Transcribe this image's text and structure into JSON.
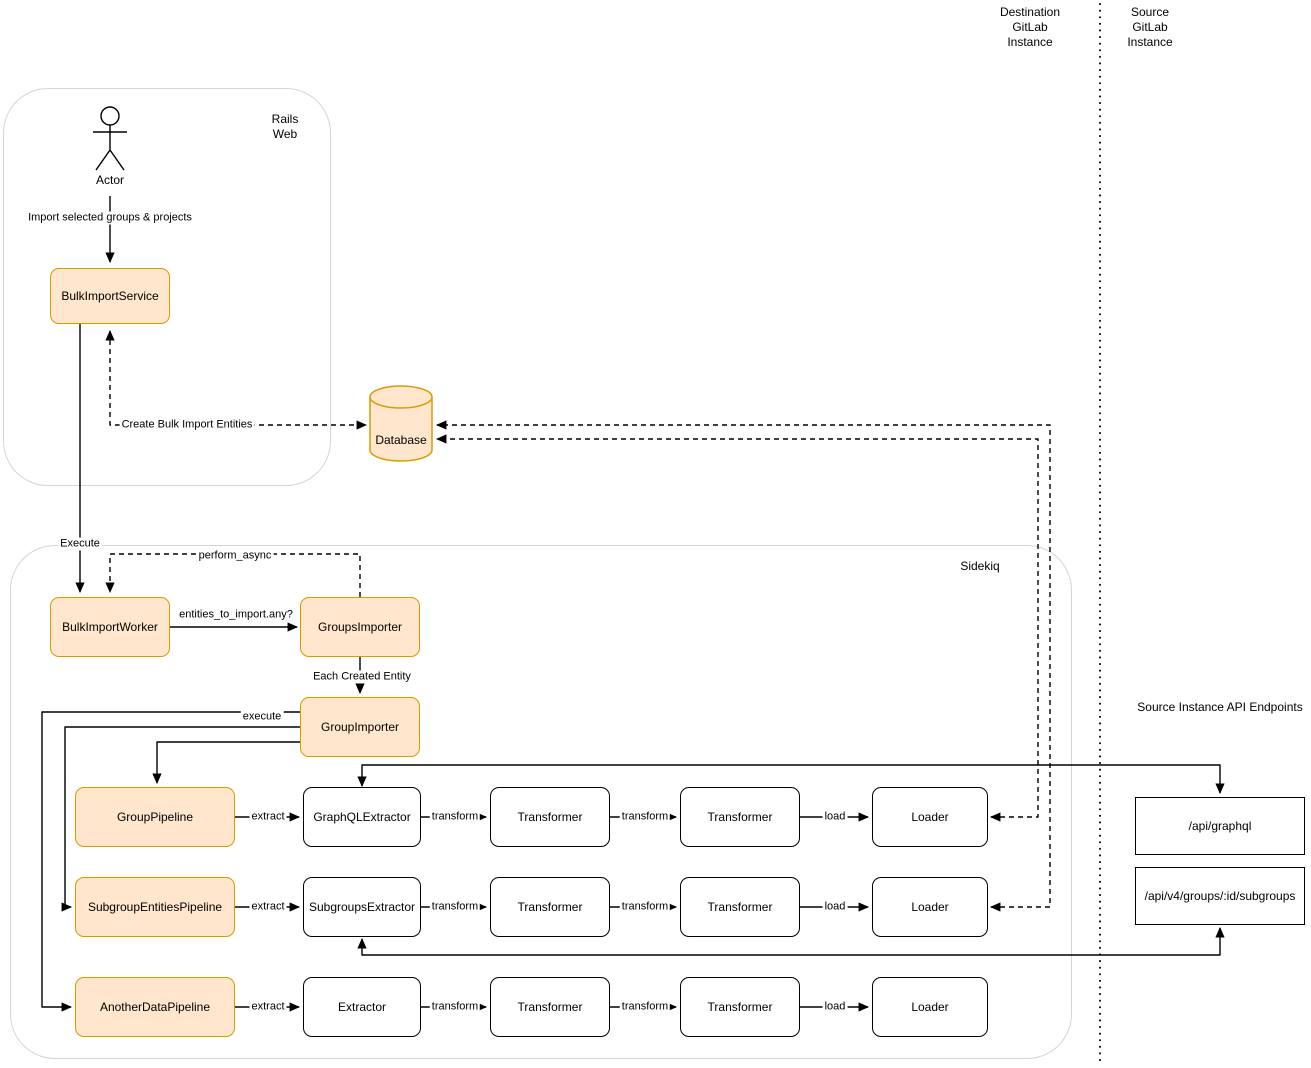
{
  "diagram": {
    "headers": {
      "destination_instance": "Destination\nGitLab\nInstance",
      "source_instance": "Source\nGitLab\nInstance",
      "api_endpoints_title": "Source Instance API Endpoints"
    },
    "containers": {
      "rails_web": "Rails\nWeb",
      "sidekiq": "Sidekiq"
    },
    "nodes": {
      "actor": "Actor",
      "bulk_import_service": "BulkImportService",
      "database": "Database",
      "bulk_import_worker": "BulkImportWorker",
      "groups_importer": "GroupsImporter",
      "group_importer": "GroupImporter",
      "api_graphql": "/api/graphql",
      "api_subgroups": "/api/v4/groups/:id/subgroups"
    },
    "pipelines": [
      {
        "pipeline": "GroupPipeline",
        "extractor": "GraphQLExtractor",
        "transformer_1": "Transformer",
        "transformer_2": "Transformer",
        "loader": "Loader"
      },
      {
        "pipeline": "SubgroupEntitiesPipeline",
        "extractor": "SubgroupsExtractor",
        "transformer_1": "Transformer",
        "transformer_2": "Transformer",
        "loader": "Loader"
      },
      {
        "pipeline": "AnotherDataPipeline",
        "extractor": "Extractor",
        "transformer_1": "Transformer",
        "transformer_2": "Transformer",
        "loader": "Loader"
      }
    ],
    "edge_labels": {
      "import_selected": "Import selected groups & projects",
      "create_entities": "Create Bulk Import Entities",
      "execute": "Execute",
      "perform_async": "perform_async",
      "entities_to_import": "entities_to_import.any?",
      "each_created_entity": "Each Created Entity",
      "execute_pipeline": "execute",
      "extract": "extract",
      "transform": "transform",
      "load": "load"
    },
    "colors": {
      "node_fill": "#FFE6CC",
      "node_stroke": "#D79B00",
      "box_stroke": "#000000",
      "container_stroke": "#D5D5D5"
    }
  }
}
